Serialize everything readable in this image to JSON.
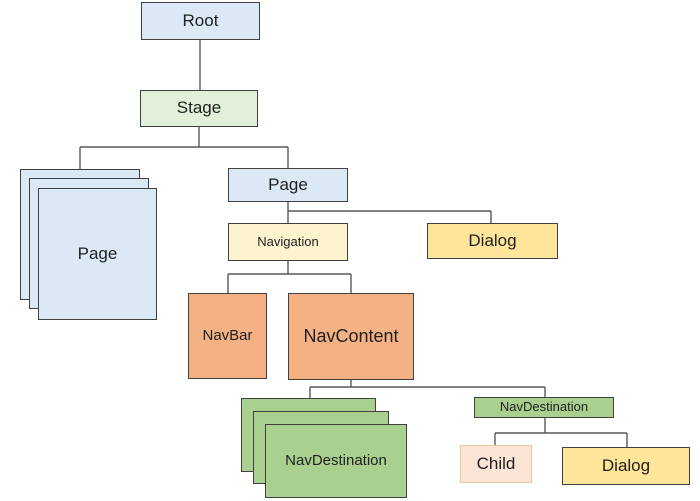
{
  "diagram": {
    "line_color": "#595959",
    "text_color": "#1f1f1f",
    "border_color": "#404040",
    "nodes": {
      "root": {
        "label": "Root",
        "fill": "#dbe9f6",
        "border": "#404040"
      },
      "stage": {
        "label": "Stage",
        "fill": "#e2efd9",
        "border": "#404040"
      },
      "page_stack": {
        "label": "Page",
        "fill": "#dbe9f6",
        "border": "#404040"
      },
      "page": {
        "label": "Page",
        "fill": "#dbe9f6",
        "border": "#404040"
      },
      "navigation": {
        "label": "Navigation",
        "fill": "#fdf3cf",
        "border": "#404040"
      },
      "dialog_upper": {
        "label": "Dialog",
        "fill": "#ffe599",
        "border": "#404040"
      },
      "navbar": {
        "label": "NavBar",
        "fill": "#f4b183",
        "border": "#404040"
      },
      "navcontent": {
        "label": "NavContent",
        "fill": "#f4b183",
        "border": "#404040"
      },
      "navdestination_stack": {
        "label": "NavDestination",
        "fill": "#a9d08e",
        "border": "#404040"
      },
      "navdestination": {
        "label": "NavDestination",
        "fill": "#a9d08e",
        "border": "#404040"
      },
      "child": {
        "label": "Child",
        "fill": "#fce4d6",
        "border": "#eec6a2"
      },
      "dialog_lower": {
        "label": "Dialog",
        "fill": "#ffe599",
        "border": "#404040"
      }
    },
    "edges": [
      [
        "Root",
        "Stage"
      ],
      [
        "Stage",
        "Page (stack)"
      ],
      [
        "Stage",
        "Page"
      ],
      [
        "Page",
        "Navigation"
      ],
      [
        "Page",
        "Dialog"
      ],
      [
        "Navigation",
        "NavBar"
      ],
      [
        "Navigation",
        "NavContent"
      ],
      [
        "NavContent",
        "NavDestination (stack)"
      ],
      [
        "NavContent",
        "NavDestination"
      ],
      [
        "NavDestination",
        "Child"
      ],
      [
        "NavDestination",
        "Dialog"
      ]
    ]
  }
}
